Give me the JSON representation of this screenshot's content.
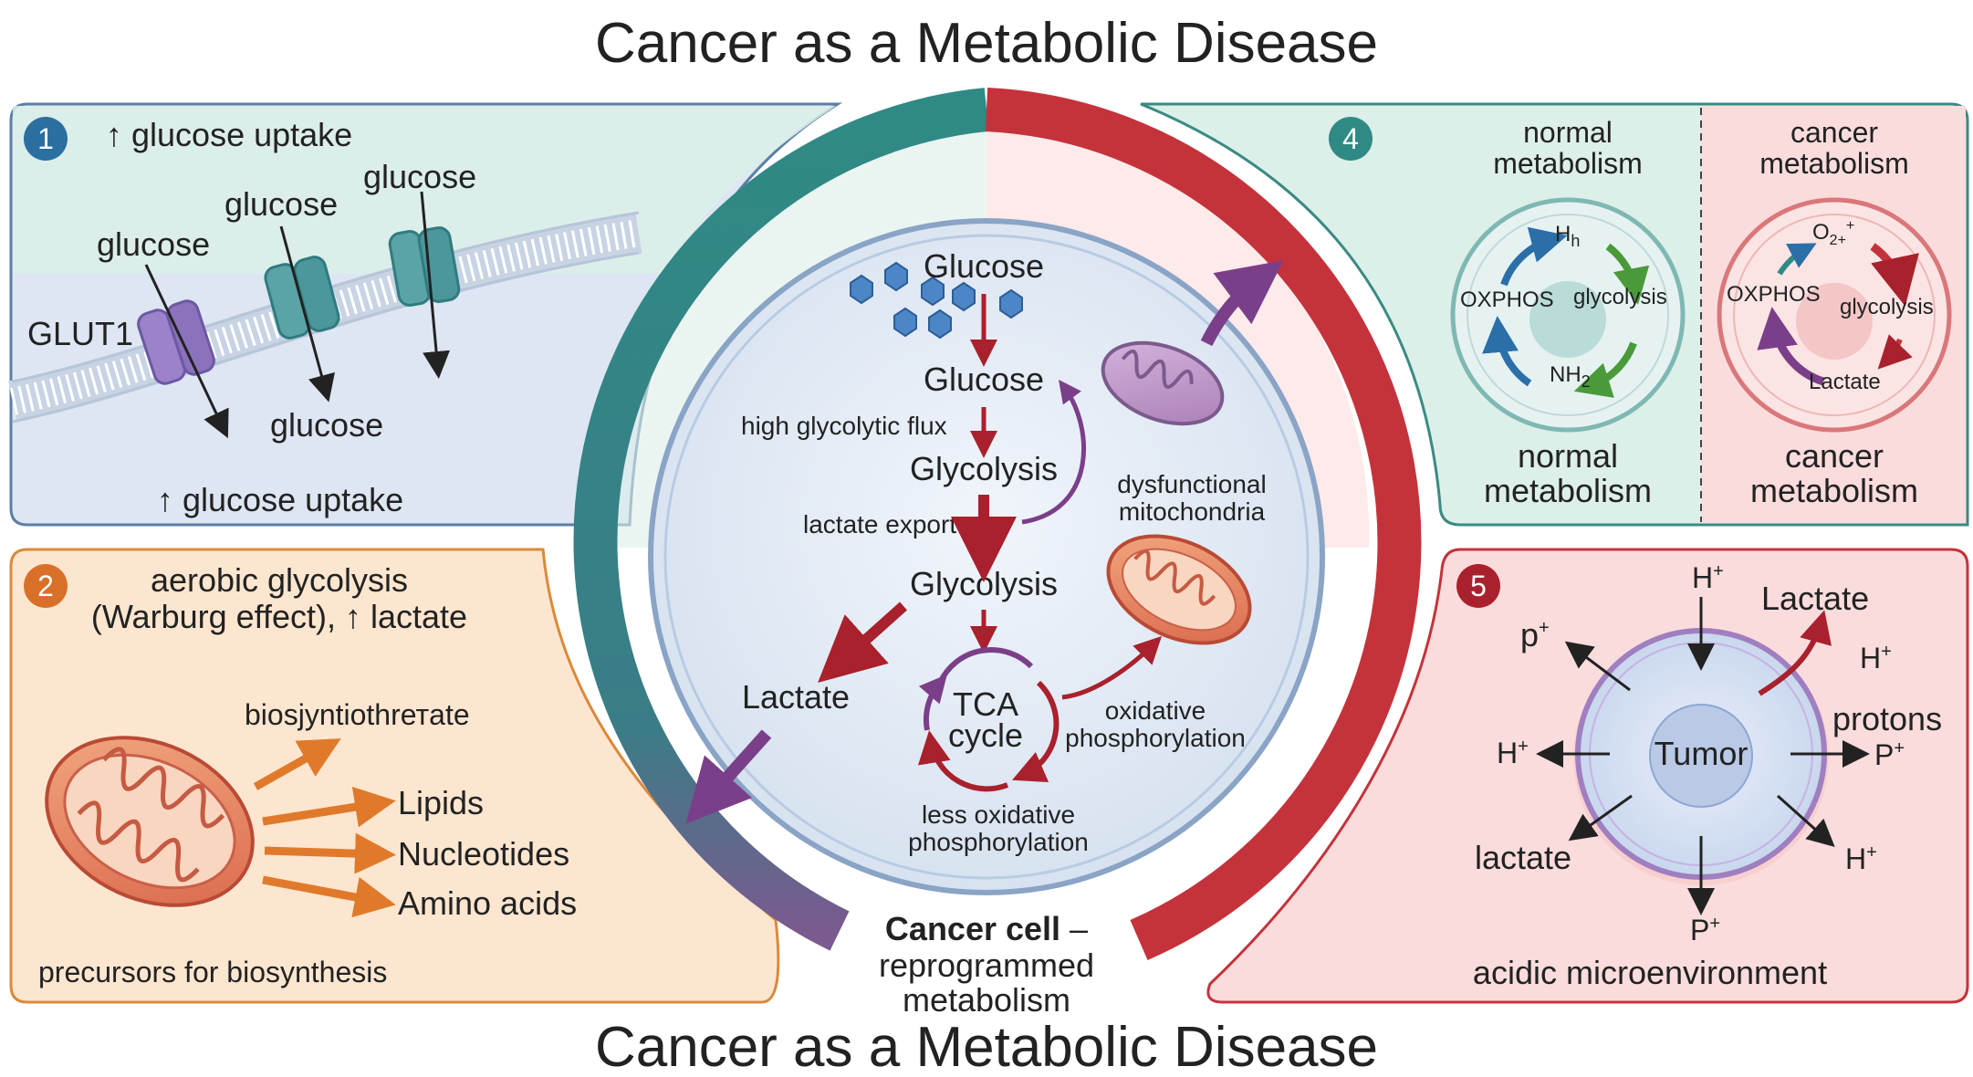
{
  "title_top": "Cancer as a Metabolic Disease",
  "title_bottom": "Cancer as a Metabolic Disease",
  "panel1": {
    "number": "1",
    "top_label": "↑ glucose uptake",
    "glucose_a": "glucose",
    "glucose_b": "glucose",
    "glucose_c": "glucose",
    "glucose_inside": "glucose",
    "transporter": "GLUT1",
    "bottom_label": "↑ glucose uptake"
  },
  "panel2": {
    "number": "2",
    "heading_line1": "aerobic glycolysis",
    "heading_line2": "(Warburg effect), ↑ lactate",
    "arrow_top": "biosjyntiothrетate",
    "lipids": "Lipids",
    "nucleotides": "Nucleotides",
    "amino_acids": "Amino acids",
    "footer": "precursors for biosynthesis"
  },
  "center": {
    "glucose_1": "Glucose",
    "glucose_2": "Glucose",
    "flux": "high glycolytic flux",
    "glycolysis_1": "Glycolysis",
    "lactate_export": "lactate export",
    "glycolysis_2": "Glycolysis",
    "lactate": "Lactate",
    "tca_1": "TCA",
    "tca_2": "cycle",
    "oxphos_1": "oxidative",
    "oxphos_2": "phosphorylation",
    "less_1": "less oxidative",
    "less_2": "phosphorylation",
    "dysf_1": "dysfunctional",
    "dysf_2": "mitochondria",
    "caption_bold": "Cancer cell",
    "caption_dash": " –",
    "caption_2": "reprogrammed",
    "caption_3": "metabolism"
  },
  "panel4": {
    "number": "4",
    "normal_title_1": "normal",
    "normal_title_2": "metabolism",
    "cancer_title_1": "cancer",
    "cancer_title_2": "metabolism",
    "normal_h": "H",
    "normal_h_sub": "h",
    "normal_oxphos": "OXPHOS",
    "normal_glycolysis": "glycolysis",
    "normal_nh": "NH",
    "normal_nh_sub": "2",
    "cancer_o2": "O",
    "cancer_o2_sub": "2+",
    "cancer_o2_sup": "+",
    "cancer_oxphos": "OXPHOS",
    "cancer_glycolysis": "glycolysis",
    "cancer_lactate": "Lactate",
    "normal_bottom_1": "normal",
    "normal_bottom_2": "metabolism",
    "cancer_bottom_1": "cancer",
    "cancer_bottom_2": "metabolism"
  },
  "panel5": {
    "number": "5",
    "h_top": "H",
    "h_top_sup": "+",
    "lactate_top": "Lactate",
    "h_right_top": "H",
    "h_right_top_sup": "+",
    "p_left": "p",
    "p_left_sup": "+",
    "tumor": "Tumor",
    "protons": "protons",
    "p_right": "P",
    "p_right_sup": "+",
    "h_left": "H",
    "h_left_sup": "+",
    "lactate_bottom": "lactate",
    "h_right_bottom": "H",
    "h_right_bottom_sup": "+",
    "p_bottom": "P",
    "p_bottom_sup": "+",
    "footer": "acidic microenvironment"
  },
  "colors": {
    "teal": "#2f8a85",
    "red": "#c4333b",
    "panel1_bg": "#dde6f2",
    "panel2_bg": "#fde6cf",
    "panel4_bg": "#dcefe9",
    "panel5_bg": "#fbdcdc",
    "orange": "#e07a2a",
    "dark_red": "#a8212c",
    "purple": "#7b3f8a"
  }
}
